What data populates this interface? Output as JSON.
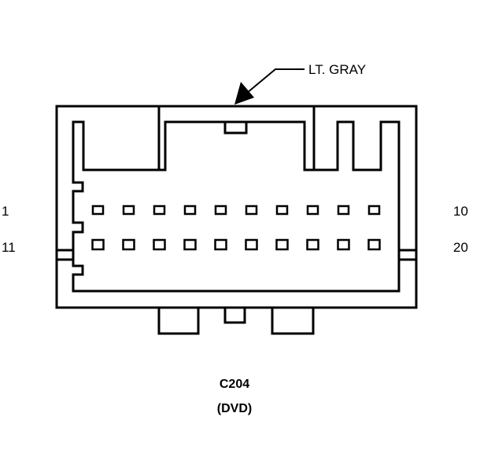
{
  "connector": {
    "id": "C204",
    "description": "(DVD)",
    "color_callout": "LT. GRAY",
    "pin_labels": {
      "top_left": "1",
      "top_right": "10",
      "bottom_left": "11",
      "bottom_right": "20"
    },
    "pins_per_row": 10,
    "rows": 2
  },
  "colors": {
    "line": "#000000",
    "background": "#ffffff"
  }
}
